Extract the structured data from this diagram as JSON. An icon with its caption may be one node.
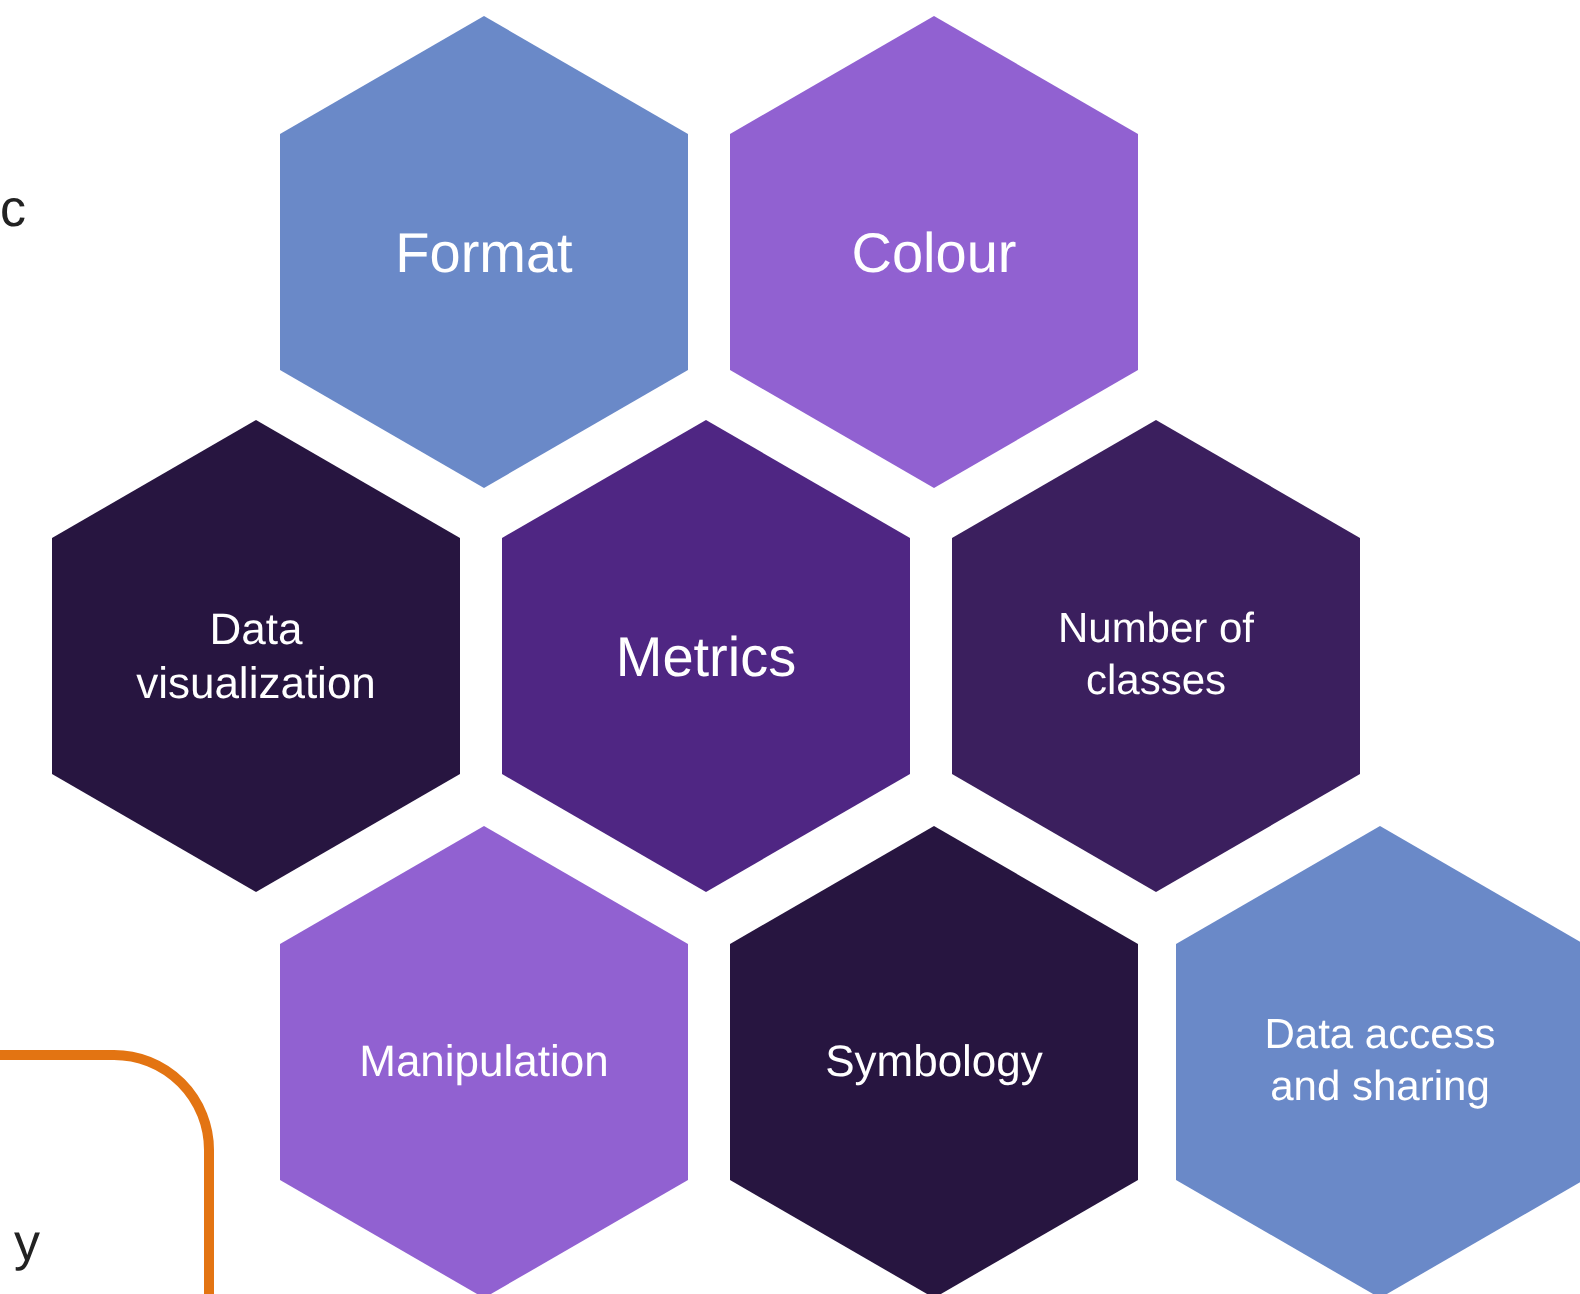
{
  "diagram": {
    "nodes": [
      {
        "text": [
          "Format"
        ]
      },
      {
        "text": [
          "Colour"
        ]
      },
      {
        "text": [
          "Data visualization"
        ]
      },
      {
        "text": [
          "Metrics"
        ]
      },
      {
        "text": [
          "Number of classes"
        ]
      },
      {
        "text": [
          "y"
        ]
      },
      {
        "text": [
          "Manipulation"
        ]
      },
      {
        "text": [
          "Symbology"
        ]
      },
      {
        "text": [
          "Data access and sharing"
        ]
      }
    ],
    "labels": [
      "c"
    ]
  }
}
